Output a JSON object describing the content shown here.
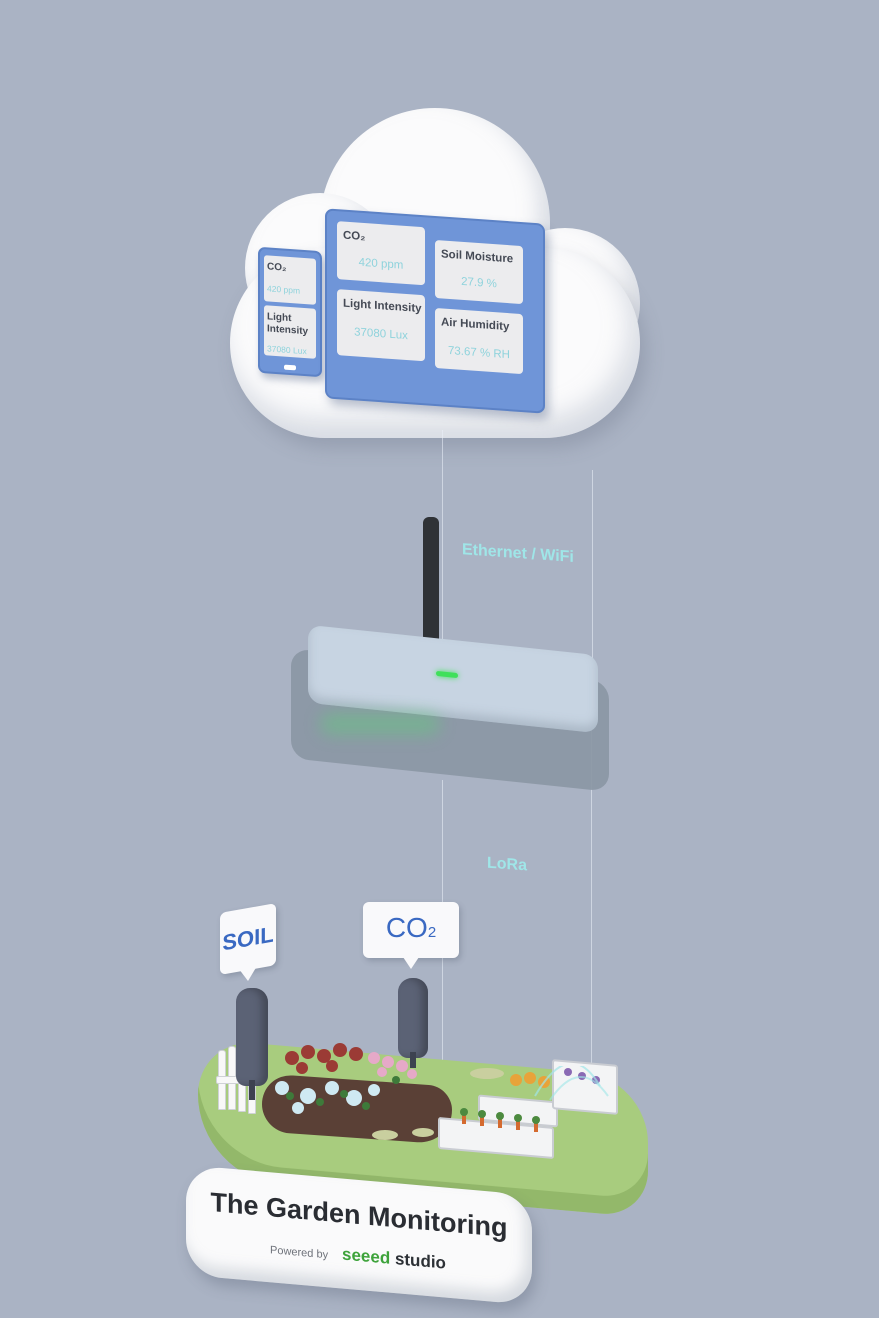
{
  "dashboard": {
    "tablet_tiles": [
      {
        "label": "CO₂",
        "value": "420 ppm"
      },
      {
        "label": "Soil Moisture",
        "value": "27.9 %"
      },
      {
        "label": "Light Intensity",
        "value": "37080 Lux"
      },
      {
        "label": "Air Humidity",
        "value": "73.67 % RH"
      }
    ],
    "phone_tiles": [
      {
        "label": "CO₂",
        "value": "420 ppm"
      },
      {
        "label": "Light Intensity",
        "value": "37080 Lux"
      }
    ]
  },
  "network": {
    "upper_link": "Ethernet / WiFi",
    "lower_link": "LoRa"
  },
  "sensors": {
    "soil_label": "SOIL",
    "co2_label": "CO",
    "co2_subscript": "2"
  },
  "footer": {
    "title": "The Garden Monitoring",
    "powered_by": "Powered by",
    "brand_seeed": "seeed",
    "brand_studio": "studio"
  },
  "colors": {
    "background": "#aab3c4",
    "device_blue": "#6f95d8",
    "value_cyan": "#8fd3dc",
    "label_cyan": "#9fe6e8",
    "led_green": "#3fe05a",
    "brand_green": "#3ea33b"
  }
}
